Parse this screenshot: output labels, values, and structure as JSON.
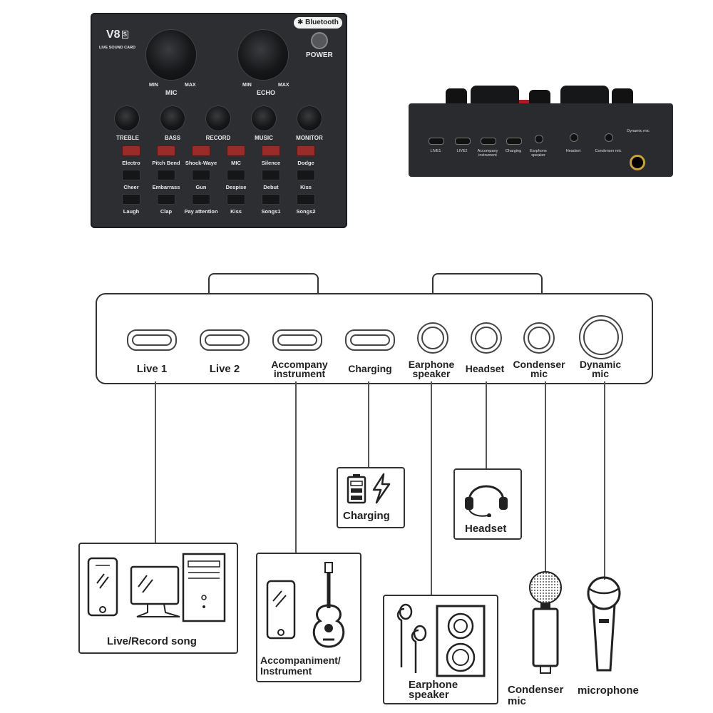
{
  "device": {
    "model": "V8",
    "model_badge": "S",
    "subtitle": "LIVE SOUND CARD",
    "bluetooth": "Bluetooth",
    "power": "POWER",
    "big_knobs": [
      {
        "label": "MIC",
        "min": "MIN",
        "max": "MAX"
      },
      {
        "label": "ECHO",
        "min": "MIN",
        "max": "MAX"
      }
    ],
    "small_knobs": [
      "TREBLE",
      "BASS",
      "RECORD",
      "MUSIC",
      "MONITOR"
    ],
    "button_rows": [
      [
        "Electro",
        "Pitch Bend",
        "Shock-Waye",
        "MIC",
        "Silence",
        "Dodge"
      ],
      [
        "Cheer",
        "Embarrass",
        "Gun",
        "Despise",
        "Debut",
        "Kiss"
      ],
      [
        "Laugh",
        "Clap",
        "Pay attention",
        "Kiss",
        "Songs1",
        "Songs2"
      ]
    ],
    "front_ports": [
      "LIVE1",
      "LIVE2",
      "Accompany instrument",
      "Charging",
      "Earphone speaker",
      "Headset",
      "Condenser mic",
      "Dynamic mic"
    ]
  },
  "diagram": {
    "ports": [
      {
        "label": "Live 1"
      },
      {
        "label": "Live 2"
      },
      {
        "label": "Accompany instrument"
      },
      {
        "label": "Charging"
      },
      {
        "label": "Earphone speaker"
      },
      {
        "label": "Headset"
      },
      {
        "label": "Condenser mic"
      },
      {
        "label": "Dynamic mic"
      }
    ],
    "devices": {
      "live_record": "Live/Record song",
      "accompaniment": "Accompaniment/ Instrument",
      "charging": "Charging",
      "headset": "Headset",
      "earphone_speaker": "Earphone speaker",
      "condenser": "Condenser mic",
      "microphone": "microphone"
    }
  },
  "colors": {
    "device_body": "#2d2e31",
    "red_button": "#9a2b2b",
    "line": "#555555"
  }
}
